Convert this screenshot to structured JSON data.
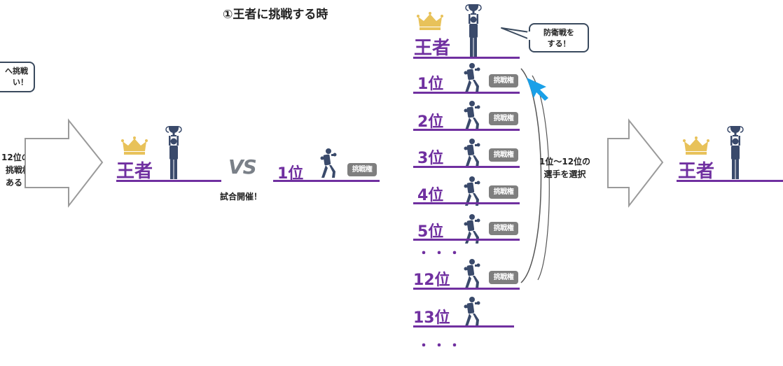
{
  "title": "①王者に挑戦する時",
  "left_bubble": {
    "line1": "へ挑戦",
    "line2": "い！"
  },
  "left_text": {
    "line1": "12位の",
    "line2": "挑戦権",
    "line3": "ある"
  },
  "defend_bubble": {
    "line1": "防衛戦を",
    "line2": "する！"
  },
  "king_label": "王者",
  "vs": "VS",
  "match_label": "試合開催！",
  "challenger_rank": "1位",
  "badge_label": "挑戦権",
  "ranks": [
    "1位",
    "2位",
    "3位",
    "4位",
    "5位",
    "12位",
    "13位"
  ],
  "ellipsis": "・・・",
  "select_text": {
    "line1": "1位～12位の",
    "line2": "選手を選択"
  },
  "colors": {
    "purple": "#7030a0",
    "navy": "#3a4a6b",
    "gold": "#e8c25a",
    "gray_badge": "#7f7f7f",
    "arrow_blue": "#1aa0e8"
  }
}
